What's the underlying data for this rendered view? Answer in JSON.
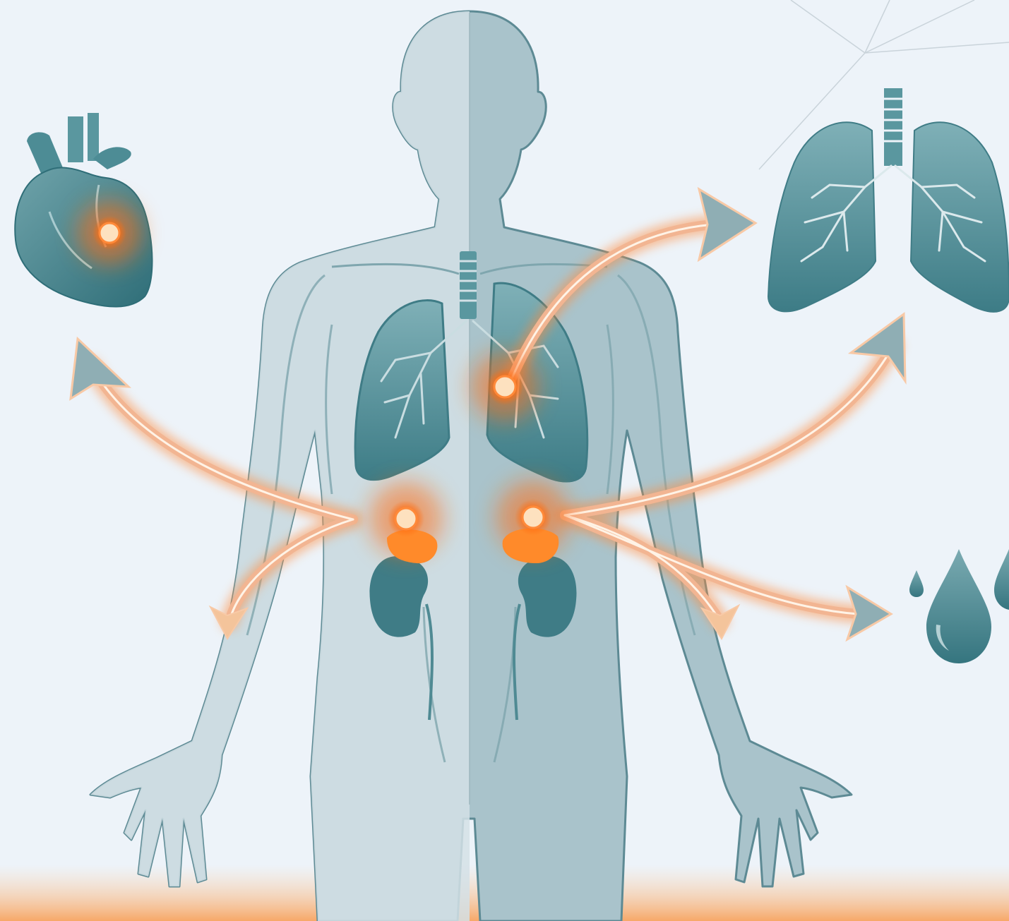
{
  "colors": {
    "background": "#edf3f9",
    "body_light": "#d3e0e6",
    "body_mid": "#a9c3cb",
    "outline": "#5d8a94",
    "organ_dark": "#3f7c86",
    "organ_teal": "#5a979f",
    "glow_orange": "#ff7a1a",
    "arrow_peach": "#f2b592",
    "arrow_grey": "#8faeb4",
    "dot_cream": "#fde1bf"
  },
  "icons": {
    "body": "human-body-icon",
    "heart": "heart-icon",
    "lungs": "lungs-icon",
    "drops": "water-drops-icon"
  },
  "hotspots": [
    "lung-hotspot",
    "adrenal-left-hotspot",
    "adrenal-right-hotspot",
    "heart-hotspot"
  ]
}
